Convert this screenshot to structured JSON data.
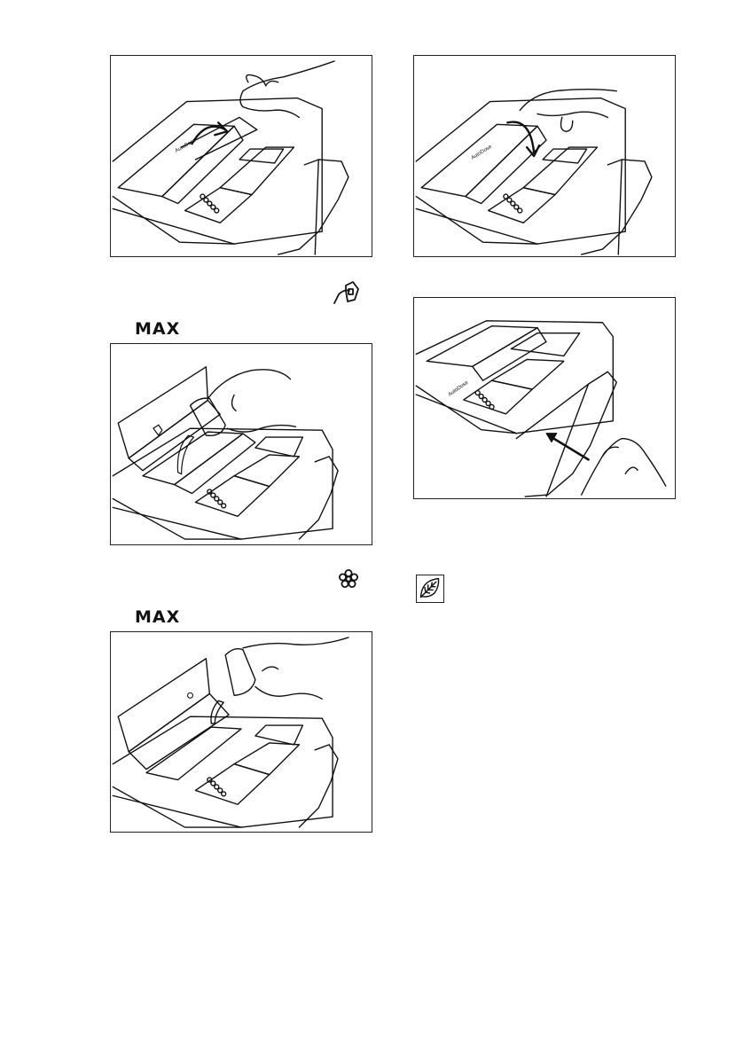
{
  "labels": {
    "max_1": "MAX",
    "max_2": "MAX",
    "lid_brand": "AutoDose"
  },
  "icons": {
    "detergent": "detergent-dispenser-icon",
    "softener": "flower-softener-icon",
    "eco": "leaf-icon"
  },
  "figures": [
    "hand-opening-autodose-lid",
    "hand-closing-autodose-lid",
    "pouring-detergent-into-left-compartment",
    "pushing-drawer-closed",
    "pouring-softener-into-right-compartment"
  ]
}
